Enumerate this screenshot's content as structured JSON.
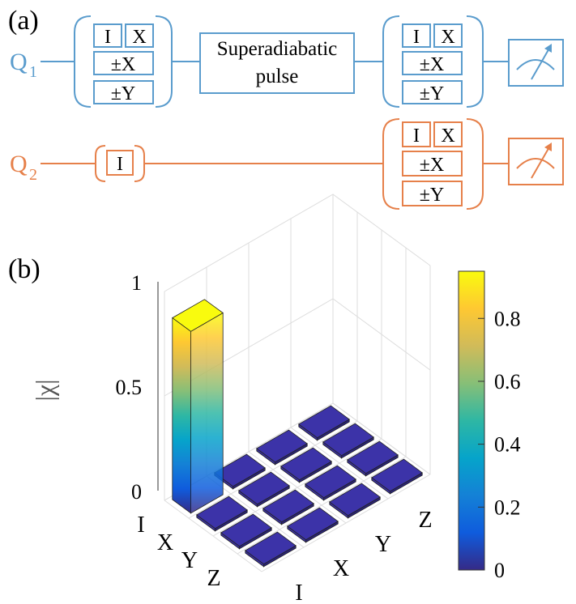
{
  "panel_a": {
    "label": "(a)",
    "q1": {
      "name": "Q",
      "sub": "1",
      "color": "#5a9ccd"
    },
    "q2": {
      "name": "Q",
      "sub": "2",
      "color": "#e6804a"
    },
    "pre_gates_q1": [
      "I",
      "X",
      "±X",
      "±Y"
    ],
    "pulse_line1": "Superadiabatic",
    "pulse_line2": "pulse",
    "post_gates_q1": [
      "I",
      "X",
      "±X",
      "±Y"
    ],
    "pre_gate_q2": "I",
    "post_gates_q2": [
      "I",
      "X",
      "±X",
      "±Y"
    ],
    "meter_icon": "measurement-meter-icon"
  },
  "panel_b": {
    "label": "(b)",
    "zlabel": "|χ|",
    "z_ticks": [
      "0",
      "0.5",
      "1"
    ],
    "colorbar_ticks": [
      "0",
      "0.2",
      "0.4",
      "0.6",
      "0.8"
    ],
    "colorbar_colors": [
      "#352a87",
      "#0f5cdd",
      "#1481d6",
      "#06a4ca",
      "#2eb7a4",
      "#87bf77",
      "#d1bb59",
      "#fec832",
      "#f9fb0e"
    ]
  },
  "chart_data": {
    "type": "bar3d",
    "rows": [
      "I",
      "X",
      "Y",
      "Z"
    ],
    "cols": [
      "I",
      "X",
      "Y",
      "Z"
    ],
    "values": [
      [
        0.87,
        0.0,
        0.0,
        0.0
      ],
      [
        0.0,
        0.0,
        0.0,
        0.0
      ],
      [
        0.0,
        0.0,
        0.0,
        0.0
      ],
      [
        0.0,
        0.0,
        0.0,
        0.0
      ]
    ],
    "zlabel": "|χ|",
    "zlim": [
      0,
      1
    ],
    "colorbar_range": [
      0,
      0.95
    ]
  }
}
